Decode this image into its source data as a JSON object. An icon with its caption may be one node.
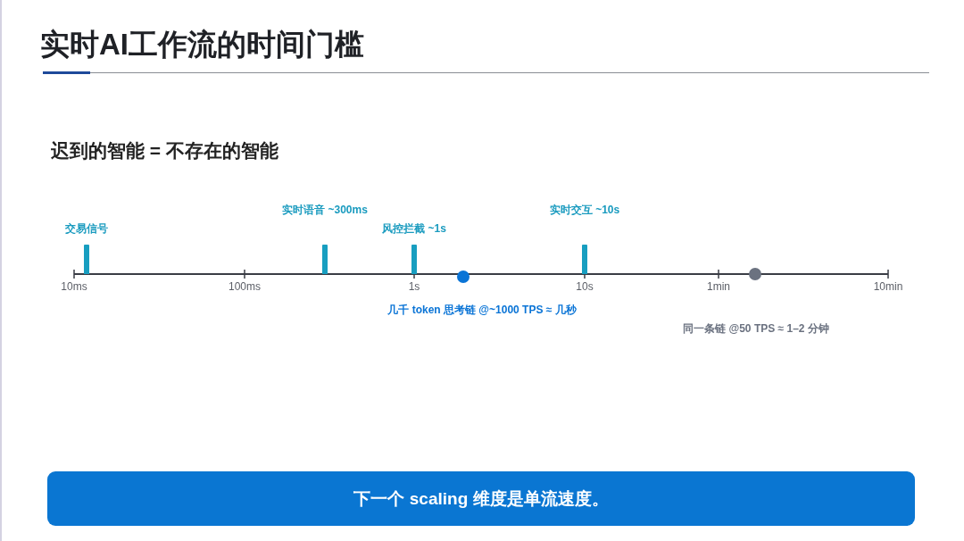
{
  "diagram": {
    "title": "实时AI工作流的时间门槛",
    "nodes": [
      {
        "text": [],
        "shape": "bar",
        "beside": [
          "交易信号"
        ]
      },
      {
        "text": [],
        "shape": "bar",
        "beside": [
          "实时语音 ~300ms"
        ]
      },
      {
        "text": [],
        "shape": "bar",
        "beside": [
          "风控拦截 ~1s"
        ]
      },
      {
        "text": [],
        "shape": "circle",
        "beside": [
          "几千 token 思考链 @~1000 TPS ≈ 几秒"
        ]
      },
      {
        "text": [],
        "shape": "bar",
        "beside": [
          "实时交互 ~10s"
        ]
      },
      {
        "text": [],
        "shape": "circle",
        "beside": [
          "同一条链 @50 TPS ≈ 1–2 分钟"
        ]
      },
      {
        "text": [
          "下一个 scaling 维度是单流速度。"
        ]
      }
    ],
    "edges": [],
    "labels": [
      "迟到的智能 = 不存在的智能",
      "10ms",
      "100ms",
      "1s",
      "10s",
      "1min",
      "10min"
    ]
  }
}
